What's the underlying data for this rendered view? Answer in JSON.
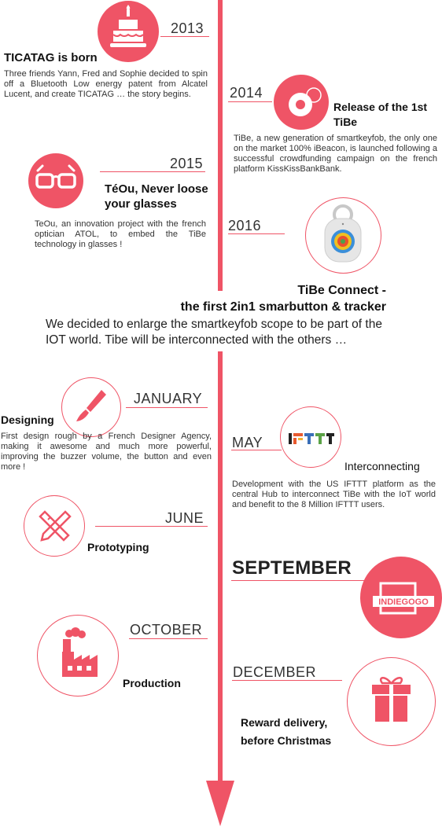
{
  "colors": {
    "accent": "#ef5466",
    "text": "#222222"
  },
  "history": [
    {
      "year": "2013",
      "title": "TICATAG is born",
      "text": "Three friends Yann, Fred and Sophie decided to spin off a Bluetooth Low energy patent from Alcatel Lucent, and create TICATAG … the story begins.",
      "icon": "birthday-cake-icon"
    },
    {
      "year": "2014",
      "title": "Release of the 1st TiBe",
      "text": "TiBe, a new generation of smartkeyfob, the only one on the market 100% iBeacon,  is launched following a successful crowdfunding campaign on the french platform KissKissBankBank.",
      "icon": "tibe-ring-icon"
    },
    {
      "year": "2015",
      "title": "TéOu, Never loose your glasses",
      "text": "TeOu, an innovation project with the french optician ATOL, to embed the TiBe technology in glasses !",
      "icon": "glasses-icon"
    },
    {
      "year": "2016",
      "icon": "tibe-connect-device-icon"
    }
  ],
  "highlight": {
    "title_line1": "TiBe Connect -",
    "title_line2": "the first 2in1 smarbutton & tracker",
    "text": "We decided to enlarge the smartkeyfob scope to be part of the IOT world. Tibe will be interconnected with the others …"
  },
  "milestones": [
    {
      "month": "JANUARY",
      "title": "Designing",
      "text": "First design rough by a French Designer Agency, making it awesome and much more powerful, improving the buzzer volume, the button and even more !",
      "icon": "brush-icon"
    },
    {
      "month": "MAY",
      "title": "Interconnecting",
      "text": "Development with the US IFTTT platform as the central Hub to interconnect TiBe with the IoT world and benefit to the 8 Million IFTTT users.",
      "icon": "ifttt-logo-icon"
    },
    {
      "month": "JUNE",
      "title": "Prototyping",
      "icon": "ruler-pencil-icon"
    },
    {
      "month": "SEPTEMBER",
      "logo_text": "INDIEGOGO",
      "icon": "indiegogo-logo-icon"
    },
    {
      "month": "OCTOBER",
      "title": "Production",
      "icon": "factory-icon"
    },
    {
      "month": "DECEMBER",
      "title_line1": "Reward delivery,",
      "title_line2": "before Christmas",
      "icon": "gift-icon"
    }
  ]
}
